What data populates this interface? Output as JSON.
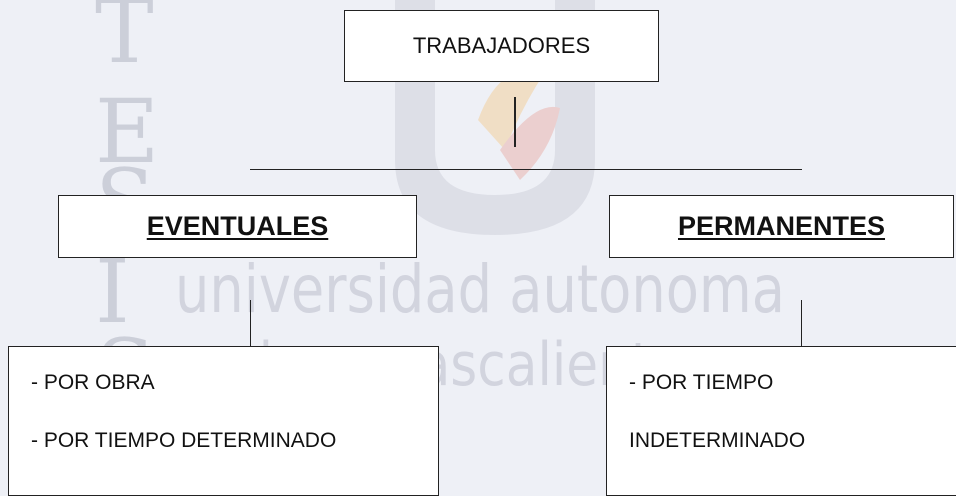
{
  "diagram": {
    "root": {
      "label": "TRABAJADORES"
    },
    "categories": [
      {
        "label": "EVENTUALES",
        "items": [
          "- POR OBRA",
          "- POR TIEMPO DETERMINADO"
        ]
      },
      {
        "label": "PERMANENTES",
        "items": [
          "- POR TIEMPO",
          "INDETERMINADO"
        ]
      }
    ],
    "colors": {
      "line": "#222222",
      "box_bg": "#ffffff",
      "background": "#eef0f6"
    }
  },
  "watermark": {
    "logo": "university-seal-logo",
    "side_letters": [
      "T",
      "E",
      "S",
      "I",
      "S"
    ],
    "text_line1": "universidad autonoma",
    "text_line2": "de aguascalientes"
  }
}
